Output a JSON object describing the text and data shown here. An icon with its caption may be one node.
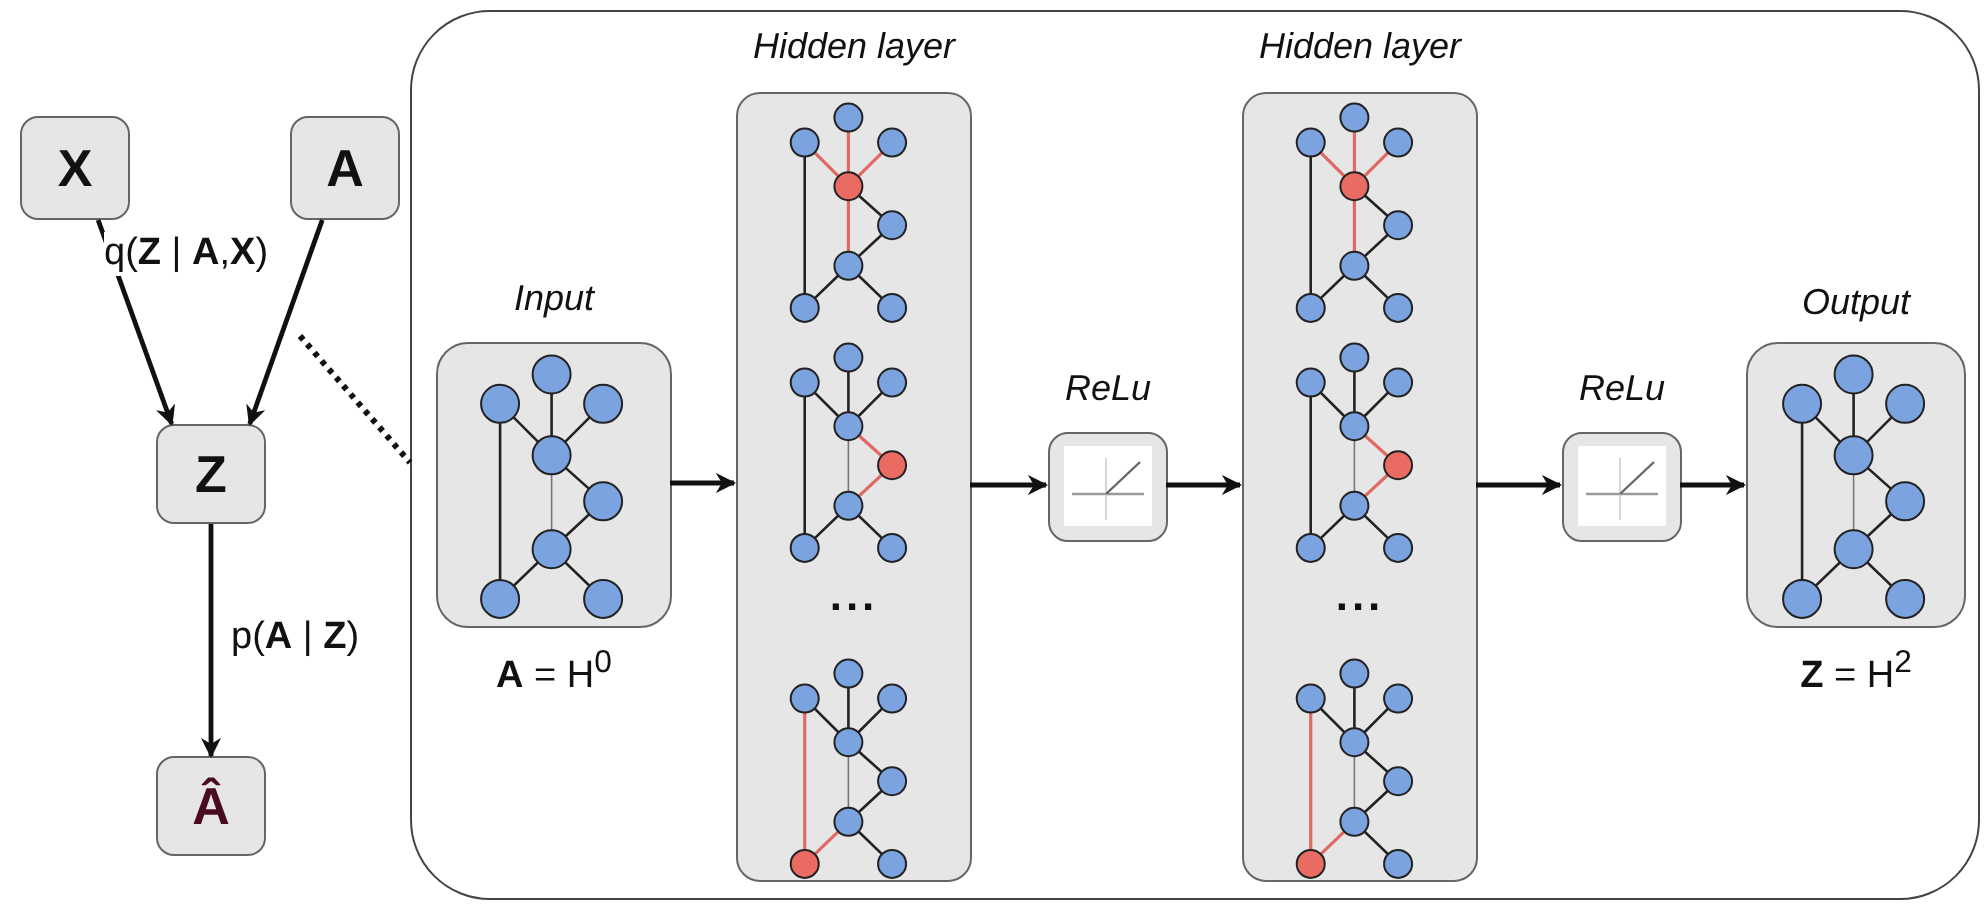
{
  "diagram": {
    "nodes": [
      {
        "text": [
          "X"
        ]
      },
      {
        "text": [
          "A"
        ]
      },
      {
        "text": [
          "Z"
        ]
      },
      {
        "text": [
          "Â"
        ]
      },
      {
        "text": [],
        "shape": "box"
      },
      {
        "text": [
          "Input"
        ],
        "beside": [
          "**A** = H$^{0}$"
        ],
        "in": 4
      },
      {
        "text": [
          "Hidden layer",
          "..."
        ],
        "in": 4
      },
      {
        "text": [
          "ReLu"
        ],
        "in": 4
      },
      {
        "text": [
          "Hidden layer",
          "..."
        ],
        "in": 4
      },
      {
        "text": [
          "ReLu"
        ],
        "in": 4
      },
      {
        "text": [
          "Output"
        ],
        "beside": [
          "**Z** = H$^{2}$"
        ],
        "in": 4
      }
    ],
    "edges": [
      {
        "from": 0,
        "to": 2,
        "arrow": "to"
      },
      {
        "from": 1,
        "to": 2,
        "arrow": "to"
      },
      {
        "from": 2,
        "to": 3,
        "arrow": "to",
        "label": "p(**A** | **Z**)"
      },
      {
        "from": null,
        "to": 4,
        "arrow": "none",
        "style": "dashed"
      },
      {
        "from": 5,
        "to": 6,
        "arrow": "to"
      },
      {
        "from": 6,
        "to": 7,
        "arrow": "to"
      },
      {
        "from": 7,
        "to": 8,
        "arrow": "to"
      },
      {
        "from": 8,
        "to": 9,
        "arrow": "to"
      },
      {
        "from": 9,
        "to": 10,
        "arrow": "to"
      }
    ],
    "labels": [
      "q(**Z** | **A**,**X**)"
    ]
  }
}
